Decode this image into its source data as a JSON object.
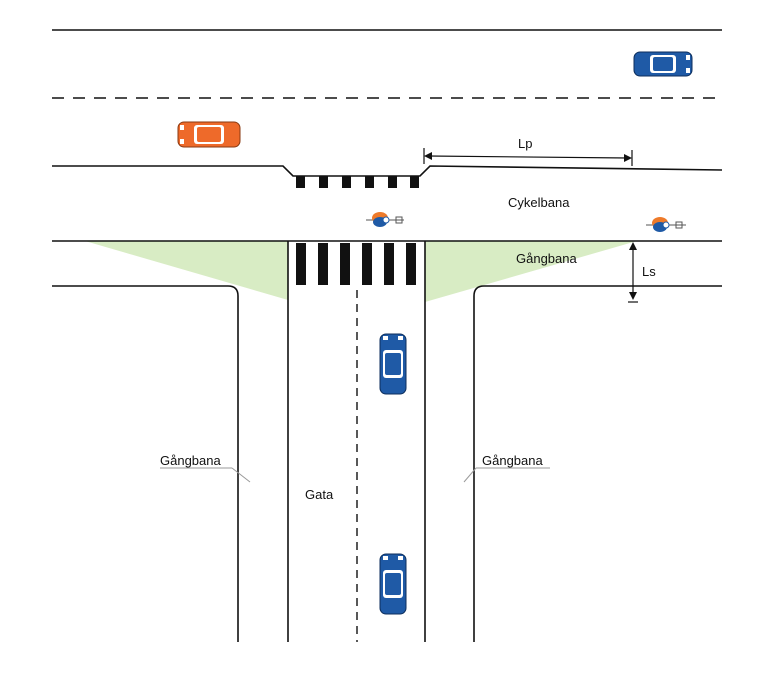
{
  "labels": {
    "lp": "Lp",
    "cykelbana": "Cykelbana",
    "gangbana_top": "Gångbana",
    "ls": "Ls",
    "gangbana_left": "Gångbana",
    "gata": "Gata",
    "gangbana_right": "Gångbana"
  },
  "colors": {
    "line": "#111111",
    "sight_triangle": "#d8ecc4",
    "car_blue": "#1f5aa6",
    "car_orange": "#ee6a2a",
    "cyclist_orange": "#ee7a2a",
    "cyclist_blue": "#1f5aa6",
    "leader_line": "#9a9a9a"
  }
}
